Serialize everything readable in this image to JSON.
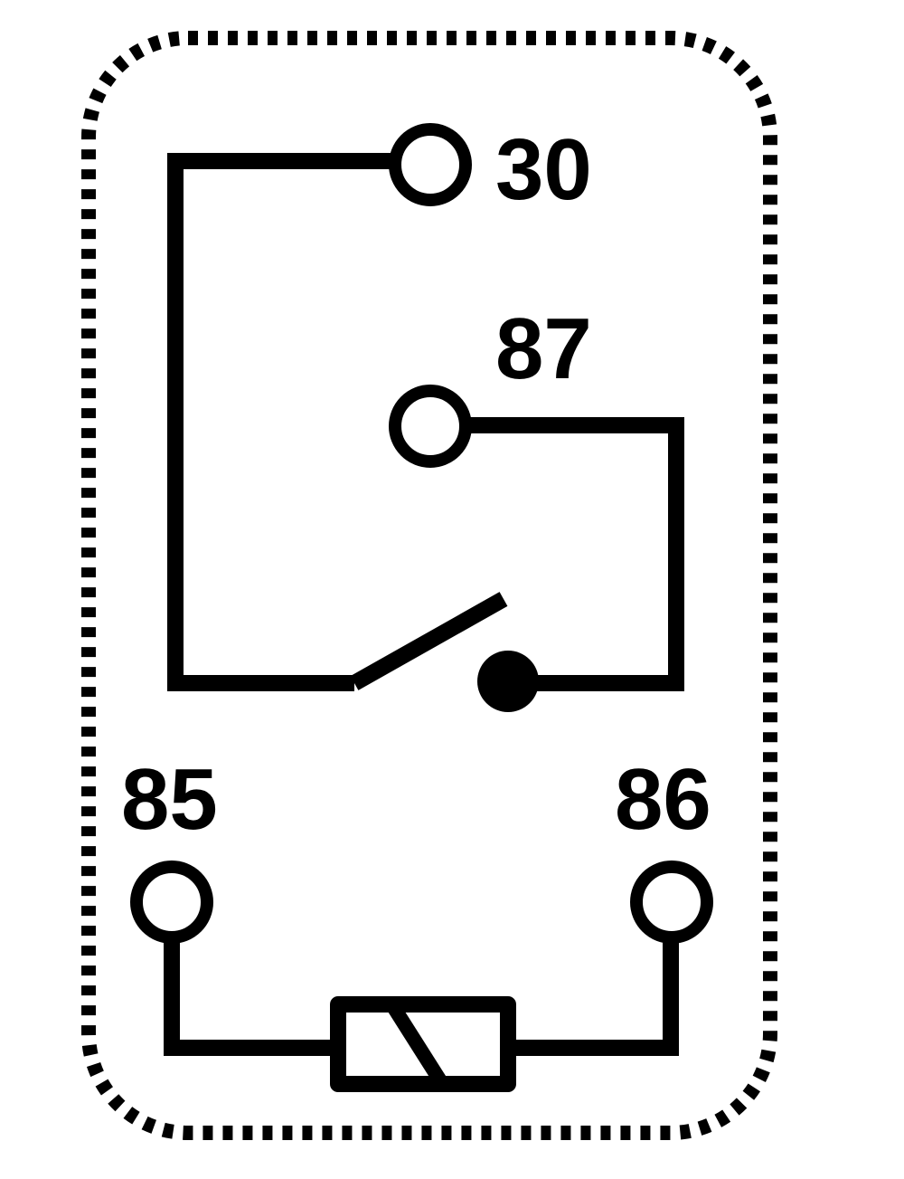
{
  "diagram": {
    "pins": {
      "p30": "30",
      "p87": "87",
      "p85": "85",
      "p86": "86"
    },
    "colors": {
      "stroke": "#000000",
      "background": "#ffffff"
    }
  }
}
